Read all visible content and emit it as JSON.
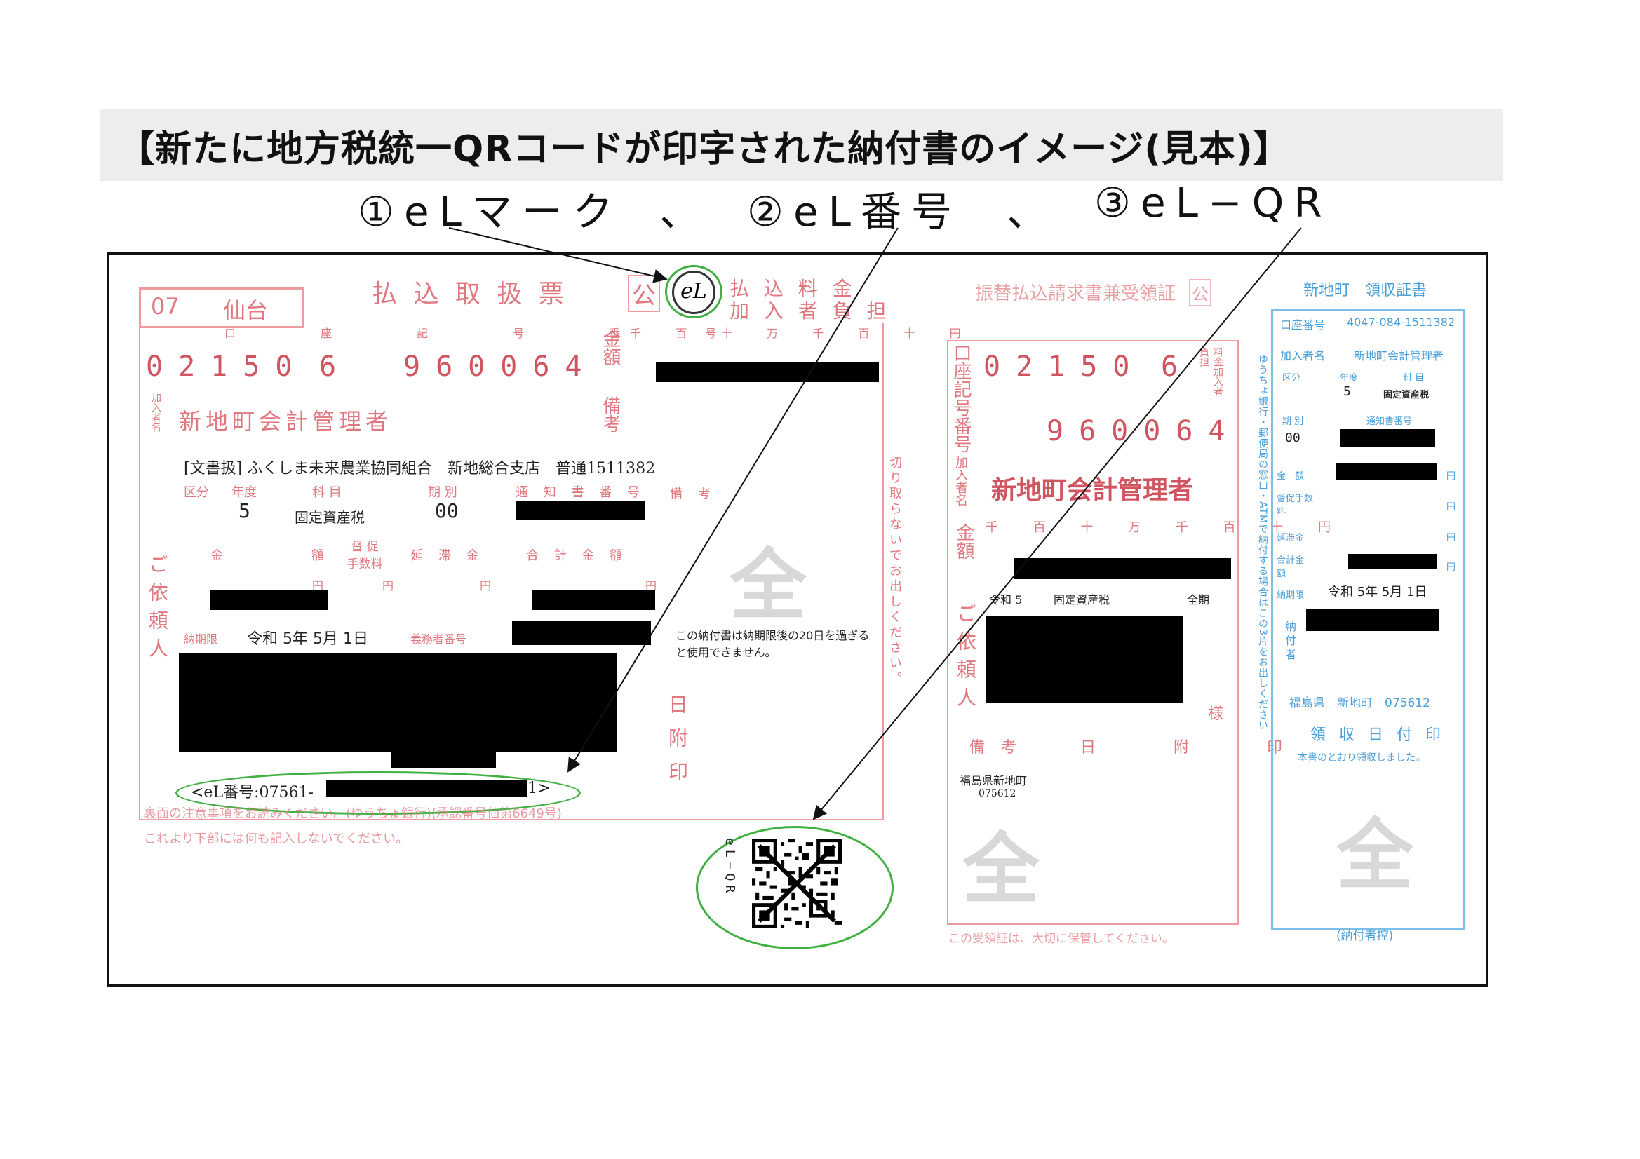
{
  "header": {
    "title": "【新たに地方税統一QRコードが印字された納付書のイメージ(見本)】",
    "legend": [
      {
        "label": "①eLマーク"
      },
      {
        "sep": "、"
      },
      {
        "label": "②eL番号"
      },
      {
        "sep2": "、"
      },
      {
        "label": "③eL−QR"
      }
    ]
  },
  "slip1": {
    "code": "07",
    "branch": "仙台",
    "heading": "払 込 取 扱 票",
    "ko": "公",
    "el_mark": "eL",
    "fee_note_1": "払 込 料 金",
    "fee_note_2": "加 入 者 負 担",
    "col_headers": "口 座 記 号 番 号",
    "account_a": "02150",
    "account_b": "6",
    "account_c": "960064",
    "amount_label": "金額",
    "digit_headers": "千 百 十 万 千 百 十 円",
    "subscriber_label": "加入者名",
    "subscriber": "新地町会計管理者",
    "remarks_label": "備考",
    "bank_line": "[文書扱] ふくしま未来農業協同組合　新地総合支店　普通1511382",
    "kubun": "区分",
    "nendo": "年度",
    "kamoku": "科 目",
    "kibetsu": "期 別",
    "tsuchi": "通 知 書 番 号",
    "biko": "備 考",
    "nendo_val": "5",
    "kamoku_val": "固定資産税",
    "kibetsu_val": "00",
    "kingaku": "金　　額",
    "tokusoku": "督 促 手数料",
    "entai": "延 滞 金",
    "goukei": "合 計 金 額",
    "yen": "円",
    "iraijin": "ご依頼人",
    "deadline_label": "納期限",
    "deadline": "令和 5年 5月 1日",
    "gimusha": "義務者番号",
    "notice": "この納付書は納期限後の20日を過ぎると使用できません。",
    "stamp_label": "日附印",
    "el_number_prefix": "<eL番号:07561-",
    "el_number_suffix": "1>",
    "footer1": "裏面の注意事項をお読みください。(ゆうちょ銀行)(承認番号仙第6649号)",
    "footer2": "これより下部には何も記入しないでください。",
    "cut_note": "切り取らないでお出しください。",
    "zen": "全"
  },
  "slip2": {
    "heading": "振替払込請求書兼受領証",
    "ko": "公",
    "account_label": "口座記号番号",
    "account_a": "02150",
    "account_b": "6",
    "account_c": "960064",
    "fee_note": "料金加入者負担",
    "subscriber_label": "加入者名",
    "subscriber": "新地町会計管理者",
    "amount_label": "金額",
    "digit_headers": "千 百 十 万 千 百 十 円",
    "info_nendo": "令和 5",
    "info_kamoku": "固定資産税",
    "info_kibetsu": "全期",
    "iraijin": "ご依頼人",
    "sama": "様",
    "biko": "備 考",
    "stamp": "日 附 印",
    "office": "福島県新地町",
    "office_code": "075612",
    "zen": "全",
    "footer": "この受領証は、大切に保管してください。",
    "qr_label": "eL−QR"
  },
  "slip3": {
    "heading": "新地町　領収証書",
    "account_label": "口座番号",
    "account": "4047-084-1511382",
    "subscriber_label": "加入者名",
    "subscriber": "新地町会計管理者",
    "kubun": "区分",
    "nendo": "年度",
    "kamoku": "科 目",
    "nendo_val": "5",
    "kamoku_val": "固定資産税",
    "kibetsu": "期 別",
    "tsuchi": "通知書番号",
    "kibetsu_val": "00",
    "kin": "金　額",
    "tokusoku": "督促手数料",
    "entai": "延滞金",
    "goukei": "合計金額",
    "yen": "円",
    "deadline_label": "納期限",
    "deadline": "令和 5年 5月 1日",
    "nofusha": "納付者",
    "office": "福島県　新地町　075612",
    "stamp": "領 収 日 付 印",
    "receipt_note": "本書のとおり領収しました。",
    "zen": "全",
    "footer": "(納付者控)",
    "side_note": "ゆうちょ銀行・郵便局の窓口・ATMで納付する場合はこの3片をお出しください"
  }
}
